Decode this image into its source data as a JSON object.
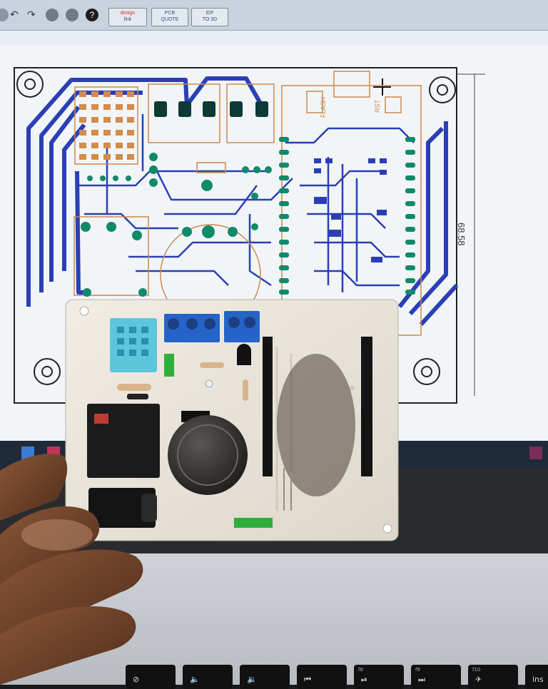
{
  "toolbar": {
    "buttons": [
      {
        "line1": "design",
        "line2": "link"
      },
      {
        "line1": "PCB",
        "line2": "QUOTE"
      },
      {
        "line1": "IDF",
        "line2": "TO 3D"
      }
    ],
    "help_icon": "help-icon"
  },
  "pcb_layout": {
    "dimension_label": "68.58",
    "silk_labels": {
      "flash": "FLASH",
      "rst": "RST"
    }
  },
  "keyboard": {
    "keys": [
      {
        "fn": "",
        "glyph": "⊘"
      },
      {
        "fn": "",
        "glyph": "🔈"
      },
      {
        "fn": "",
        "glyph": "🔉"
      },
      {
        "fn": "",
        "glyph": "⏮"
      },
      {
        "fn": "f8",
        "glyph": "⏯"
      },
      {
        "fn": "f9",
        "glyph": "⏭"
      },
      {
        "fn": "f10",
        "glyph": "✈"
      },
      {
        "fn": "",
        "glyph": "ins"
      }
    ]
  },
  "colors": {
    "trace_blue": "#2b3fb5",
    "pad_green": "#0f8a6a",
    "silk_orange": "#c98a4e",
    "board_white": "#ece8df",
    "terminal_blue": "#2563c9",
    "sensor_cyan": "#5cc6dc"
  }
}
